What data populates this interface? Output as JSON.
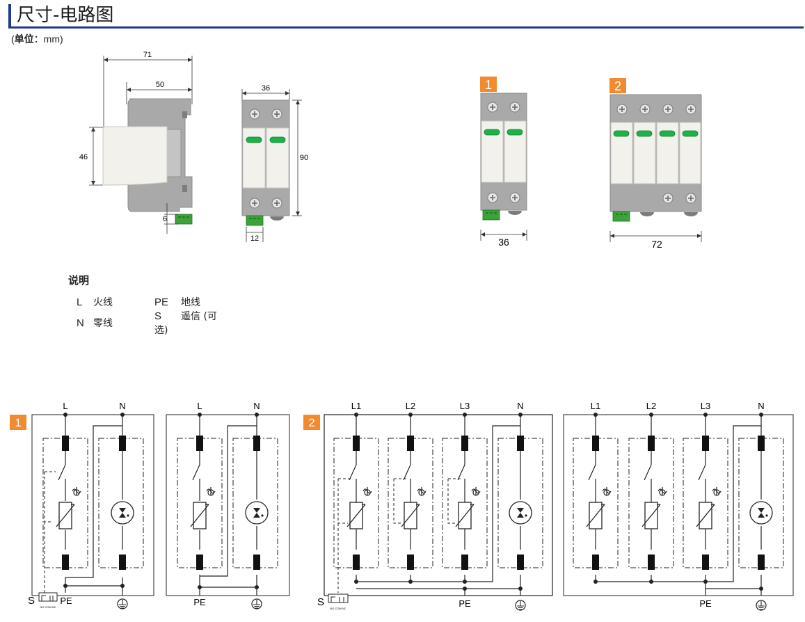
{
  "header": {
    "title": "尺寸-电路图",
    "unit_label": "单位",
    "unit_value": "mm"
  },
  "dimensions": {
    "side_width_total": "71",
    "side_width_inner": "50",
    "side_height_module": "46",
    "side_terminal": "6",
    "front_width": "36",
    "front_height": "90",
    "front_terminal": "12"
  },
  "models": [
    {
      "badge": "1",
      "width": "36"
    },
    {
      "badge": "2",
      "width": "72"
    }
  ],
  "legend": {
    "title": "说明",
    "items": [
      {
        "code": "L",
        "desc": "火线"
      },
      {
        "code": "PE",
        "desc": "地线"
      },
      {
        "code": "N",
        "desc": "零线"
      },
      {
        "code": "S",
        "desc": "遥信 (可选)"
      }
    ]
  },
  "circuits": {
    "badge_1": "1",
    "badge_2": "2",
    "line_L": "L",
    "line_N": "N",
    "line_L1": "L1",
    "line_L2": "L2",
    "line_L3": "L3",
    "pe": "PE",
    "signal": "S",
    "signal_pins": "NO COM NC"
  },
  "colors": {
    "title_blue": "#1e3a8c",
    "badge_orange": "#f28a30",
    "module_grey": "#a9a9a9",
    "module_white": "#f2f1ec",
    "indicator_green": "#1fb24a",
    "terminal_green": "#3ca23c"
  }
}
